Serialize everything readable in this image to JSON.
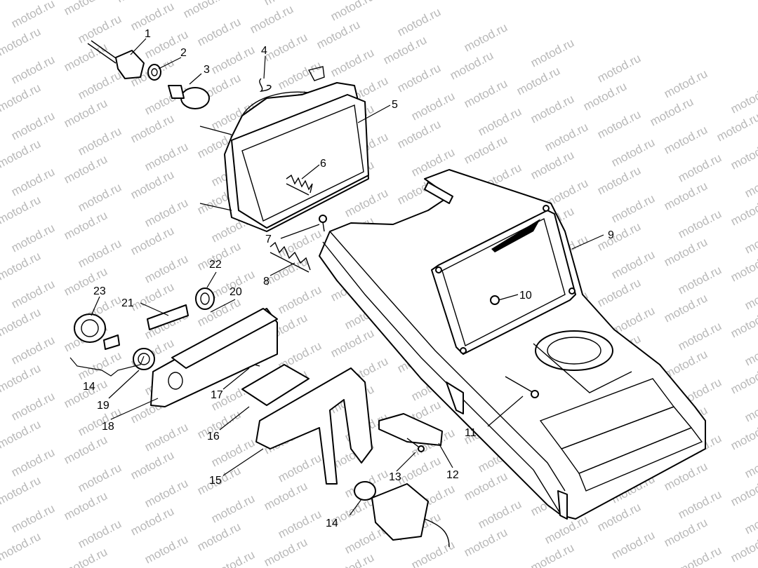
{
  "watermark": "motod.ru",
  "callouts": [
    "1",
    "2",
    "3",
    "4",
    "5",
    "6",
    "7",
    "8",
    "9",
    "10",
    "11",
    "12",
    "13",
    "14",
    "15",
    "16",
    "17",
    "18",
    "19",
    "20",
    "21",
    "22",
    "23",
    "14"
  ],
  "colors": {
    "line": "#000000",
    "background": "#ffffff",
    "watermark": "#b8b8b8"
  }
}
